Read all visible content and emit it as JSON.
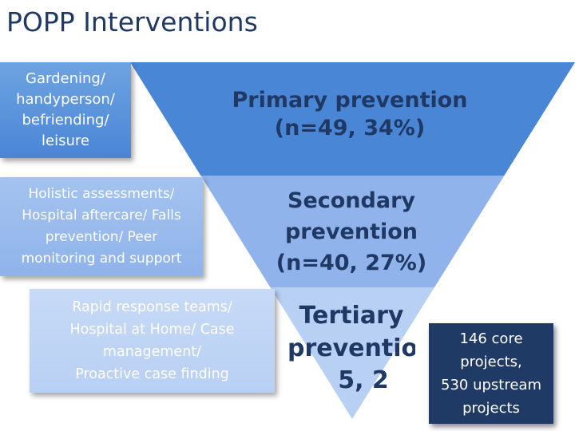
{
  "title": "POPP Interventions",
  "colors": {
    "primary_level": "#4a86d6",
    "secondary_level": "#8fb3ea",
    "tertiary_level": "#b8d0f4",
    "level_text": "#1f3864",
    "summary_box": "#1f3a64"
  },
  "levels": [
    {
      "label_lines": [
        "Primary prevention",
        "(n=49, 34%)"
      ],
      "box_lines": [
        "Gardening/",
        "handyperson/",
        "befriending/",
        "leisure"
      ]
    },
    {
      "label_lines": [
        "Secondary",
        "prevention",
        "(n=40, 27%)"
      ],
      "box_lines": [
        "Holistic assessments/",
        "Hospital aftercare/ Falls",
        "prevention/ Peer",
        "monitoring and support"
      ]
    },
    {
      "label_lines": [
        "Tertiary",
        "preventio",
        "5, 2"
      ],
      "box_lines": [
        "Rapid response teams/",
        "Hospital at Home/ Case",
        "management/",
        "Proactive case finding"
      ]
    }
  ],
  "summary_lines": [
    "146 core",
    "projects,",
    "530 upstream",
    "projects"
  ]
}
